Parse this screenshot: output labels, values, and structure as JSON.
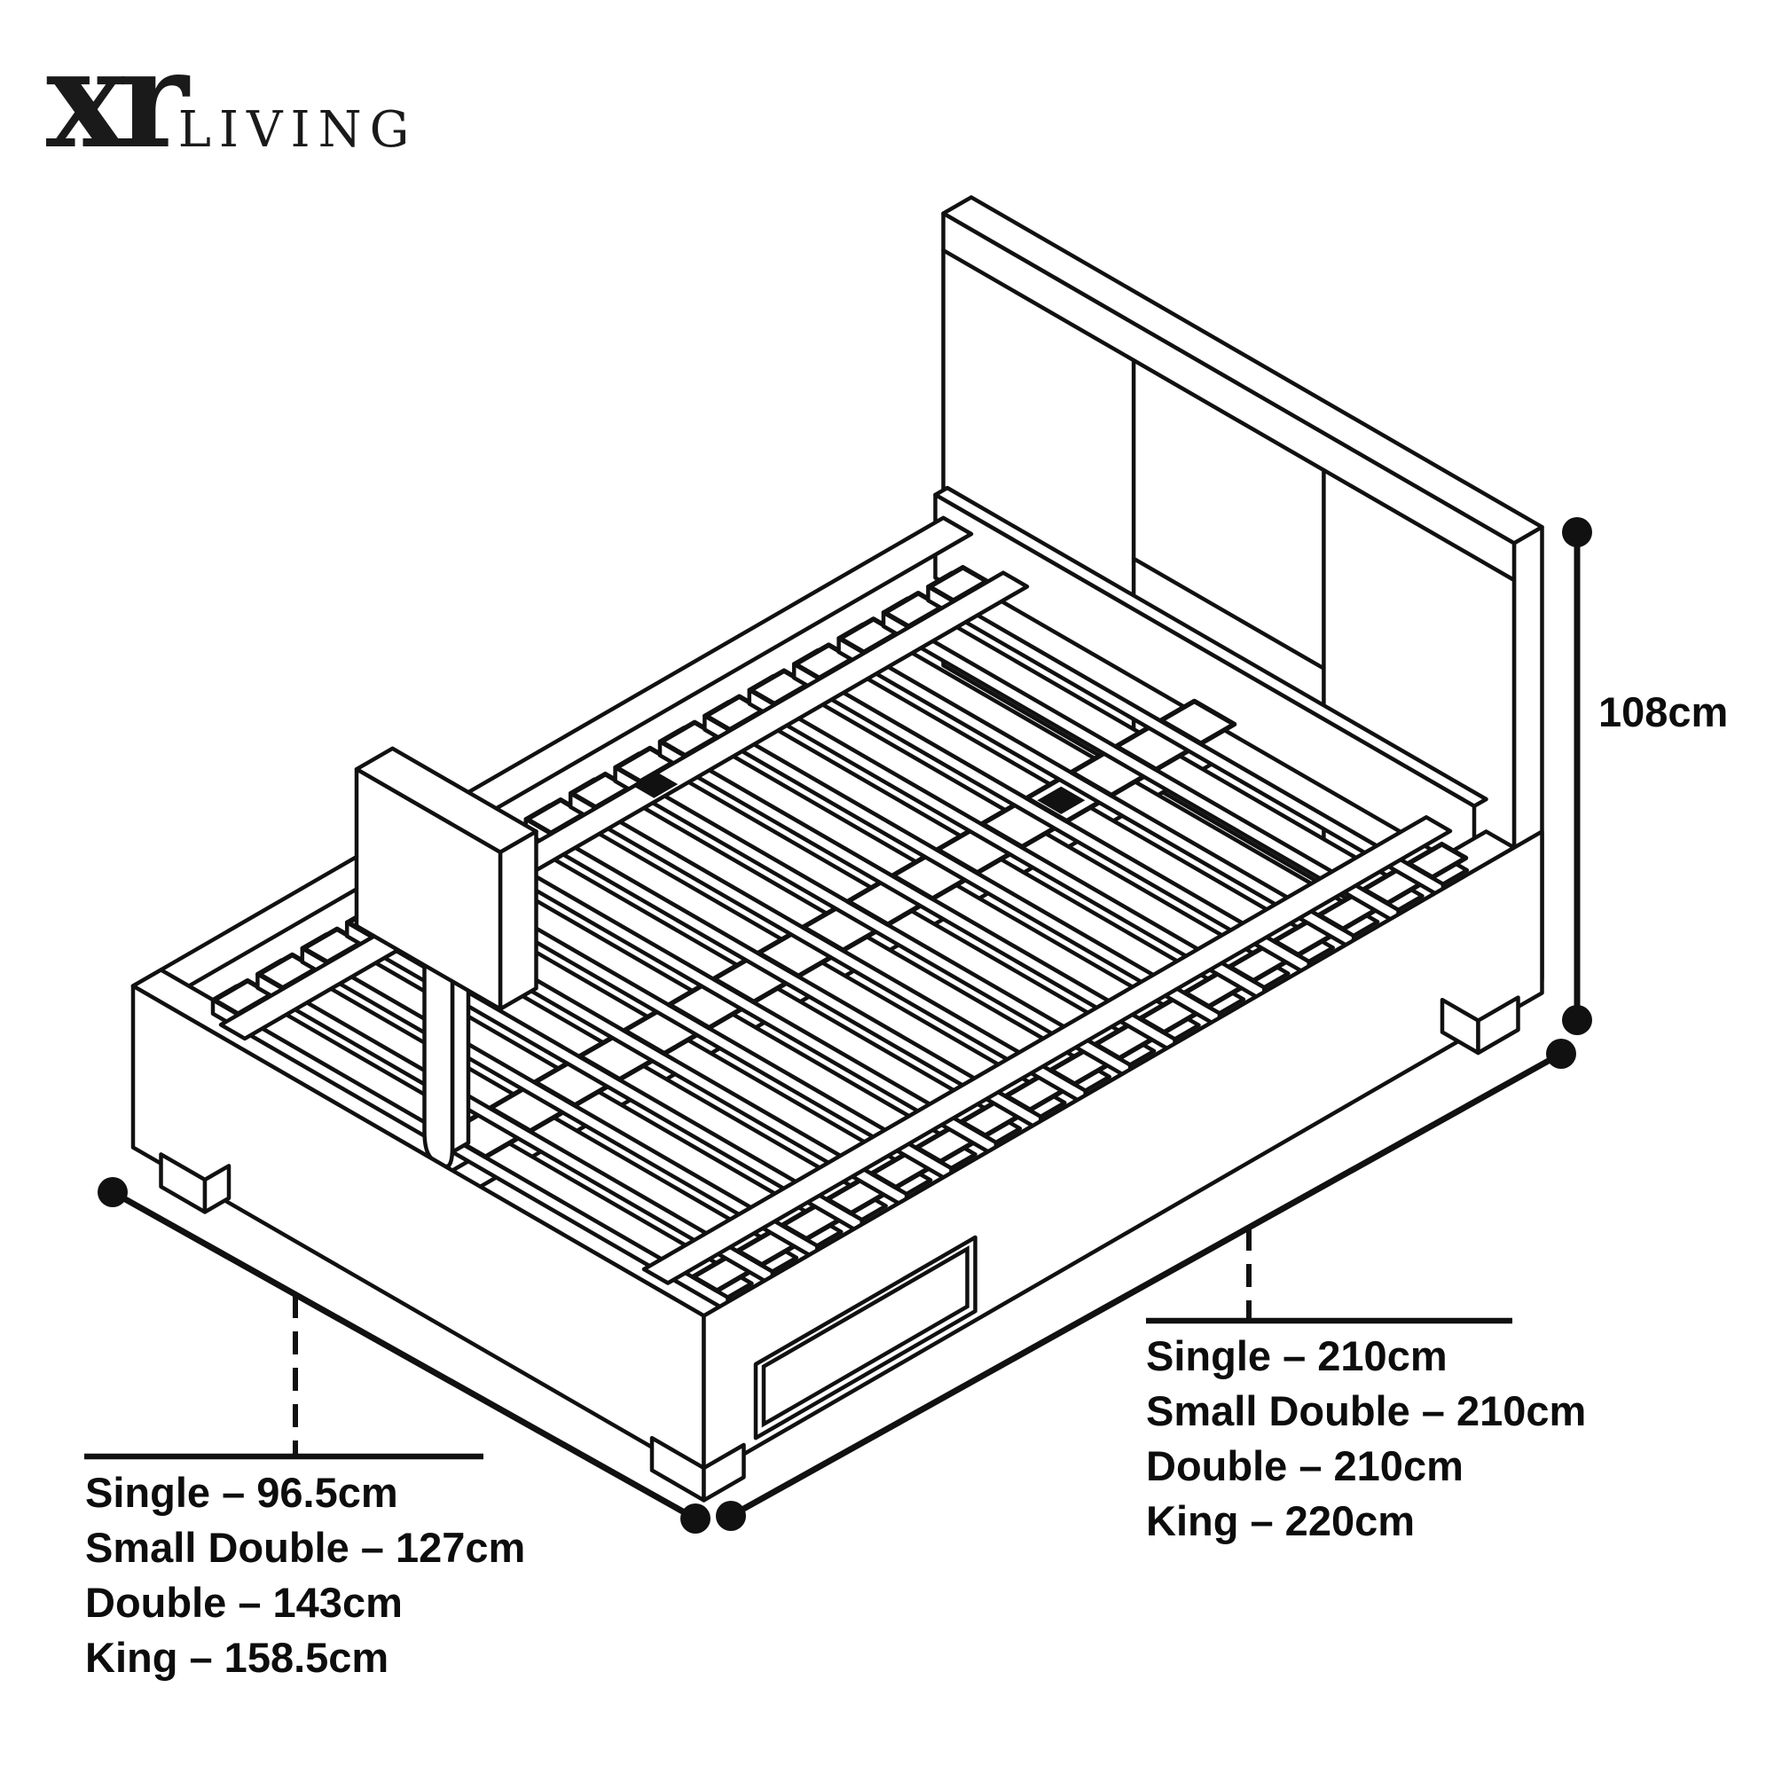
{
  "page": {
    "background": "#ffffff",
    "ink": "#111111"
  },
  "logo": {
    "mark": "xr",
    "word": "LIVING"
  },
  "diagram": {
    "height_label": "108cm",
    "width_labels": [
      "Single – 96.5cm",
      "Small Double – 127cm",
      "Double – 143cm",
      "King – 158.5cm"
    ],
    "length_labels": [
      "Single – 210cm",
      "Small Double – 210cm",
      "Double – 210cm",
      "King – 220cm"
    ]
  }
}
